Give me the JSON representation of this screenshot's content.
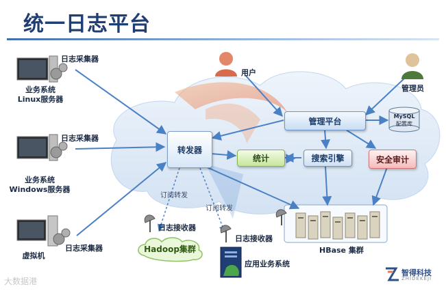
{
  "title": "统一日志平台",
  "servers": [
    {
      "line1": "业务系统",
      "line2": "Linux服务器",
      "collector": "日志采集器"
    },
    {
      "line1": "业务系统",
      "line2": "Windows服务器",
      "collector": "日志采集器"
    },
    {
      "line1": "虚拟机",
      "line2": "",
      "collector": "日志采集器"
    }
  ],
  "user_label": "用户",
  "admin_label": "管理员",
  "nodes": {
    "management": "管理平台",
    "forwarder": "转发器",
    "stats": "统计",
    "search": "搜索引擎",
    "audit": "安全审计"
  },
  "mysql": {
    "line1": "MySQL",
    "line2": "配置库"
  },
  "subscribe_1": "订阅转发",
  "subscribe_2": "订阅转发",
  "receiver_1": "日志接收器",
  "receiver_2": "日志接收器",
  "hadoop_label": "Hadoop集群",
  "app_label": "应用业务系统",
  "hbase_label": "HBase 集群",
  "watermark": "大数据港",
  "brand": {
    "name": "智得科技",
    "latin": "ZHIDEKEJI"
  },
  "colors": {
    "title": "#1f3e73",
    "arrow": "#4a80c4",
    "cloud": "#dde9f6"
  }
}
